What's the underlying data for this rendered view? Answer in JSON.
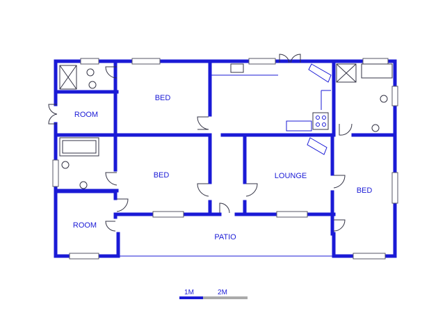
{
  "colors": {
    "wall": "#1a1ad6",
    "label": "#1a1ad6",
    "scale_dark": "#1a1ad6",
    "scale_light": "#aaaaaa"
  },
  "rooms": {
    "room_top": "ROOM",
    "bed_top": "BED",
    "bed_middle": "BED",
    "lounge": "LOUNGE",
    "bed_right": "BED",
    "room_bottom": "ROOM",
    "patio": "PATIO"
  },
  "scale": {
    "label_1": "1M",
    "label_2": "2M"
  }
}
